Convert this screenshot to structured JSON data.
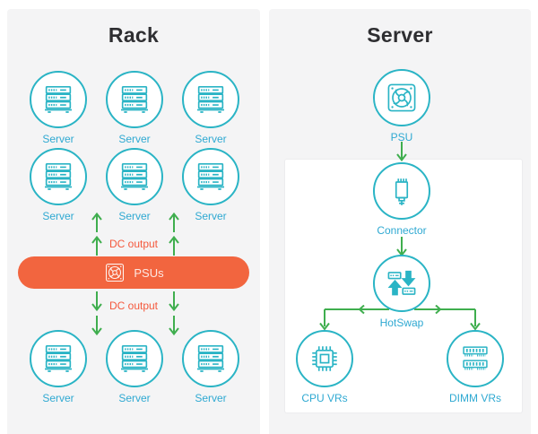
{
  "colors": {
    "teal_stroke": "#2AB4C5",
    "label_blue": "#2FA9D2",
    "arrow_green": "#3FAE4E",
    "psu_orange": "#F2653F",
    "dc_output_orange": "#F4583C",
    "panel_gray": "#F4F4F5",
    "title_dark": "#2E2E31"
  },
  "rack": {
    "title": "Rack",
    "server_icon": "server-stack-icon",
    "rows": [
      [
        "Server",
        "Server",
        "Server"
      ],
      [
        "Server",
        "Server",
        "Server"
      ],
      [
        "Server",
        "Server",
        "Server"
      ]
    ],
    "dc_output_top": "DC output",
    "dc_output_bottom": "DC output",
    "psu_bar": {
      "label": "PSUs",
      "icon": "psu-fan-icon"
    }
  },
  "server": {
    "title": "Server",
    "psu": {
      "label": "PSU",
      "icon": "psu-fan-icon"
    },
    "connector": {
      "label": "Connector",
      "icon": "connector-plug-icon"
    },
    "hotswap": {
      "label": "HotSwap",
      "icon": "hotswap-swap-arrows-icon"
    },
    "cpu_vrs": {
      "label": "CPU VRs",
      "icon": "cpu-chip-icon"
    },
    "dimm_vrs": {
      "label": "DIMM VRs",
      "icon": "dimm-memory-icon"
    }
  }
}
